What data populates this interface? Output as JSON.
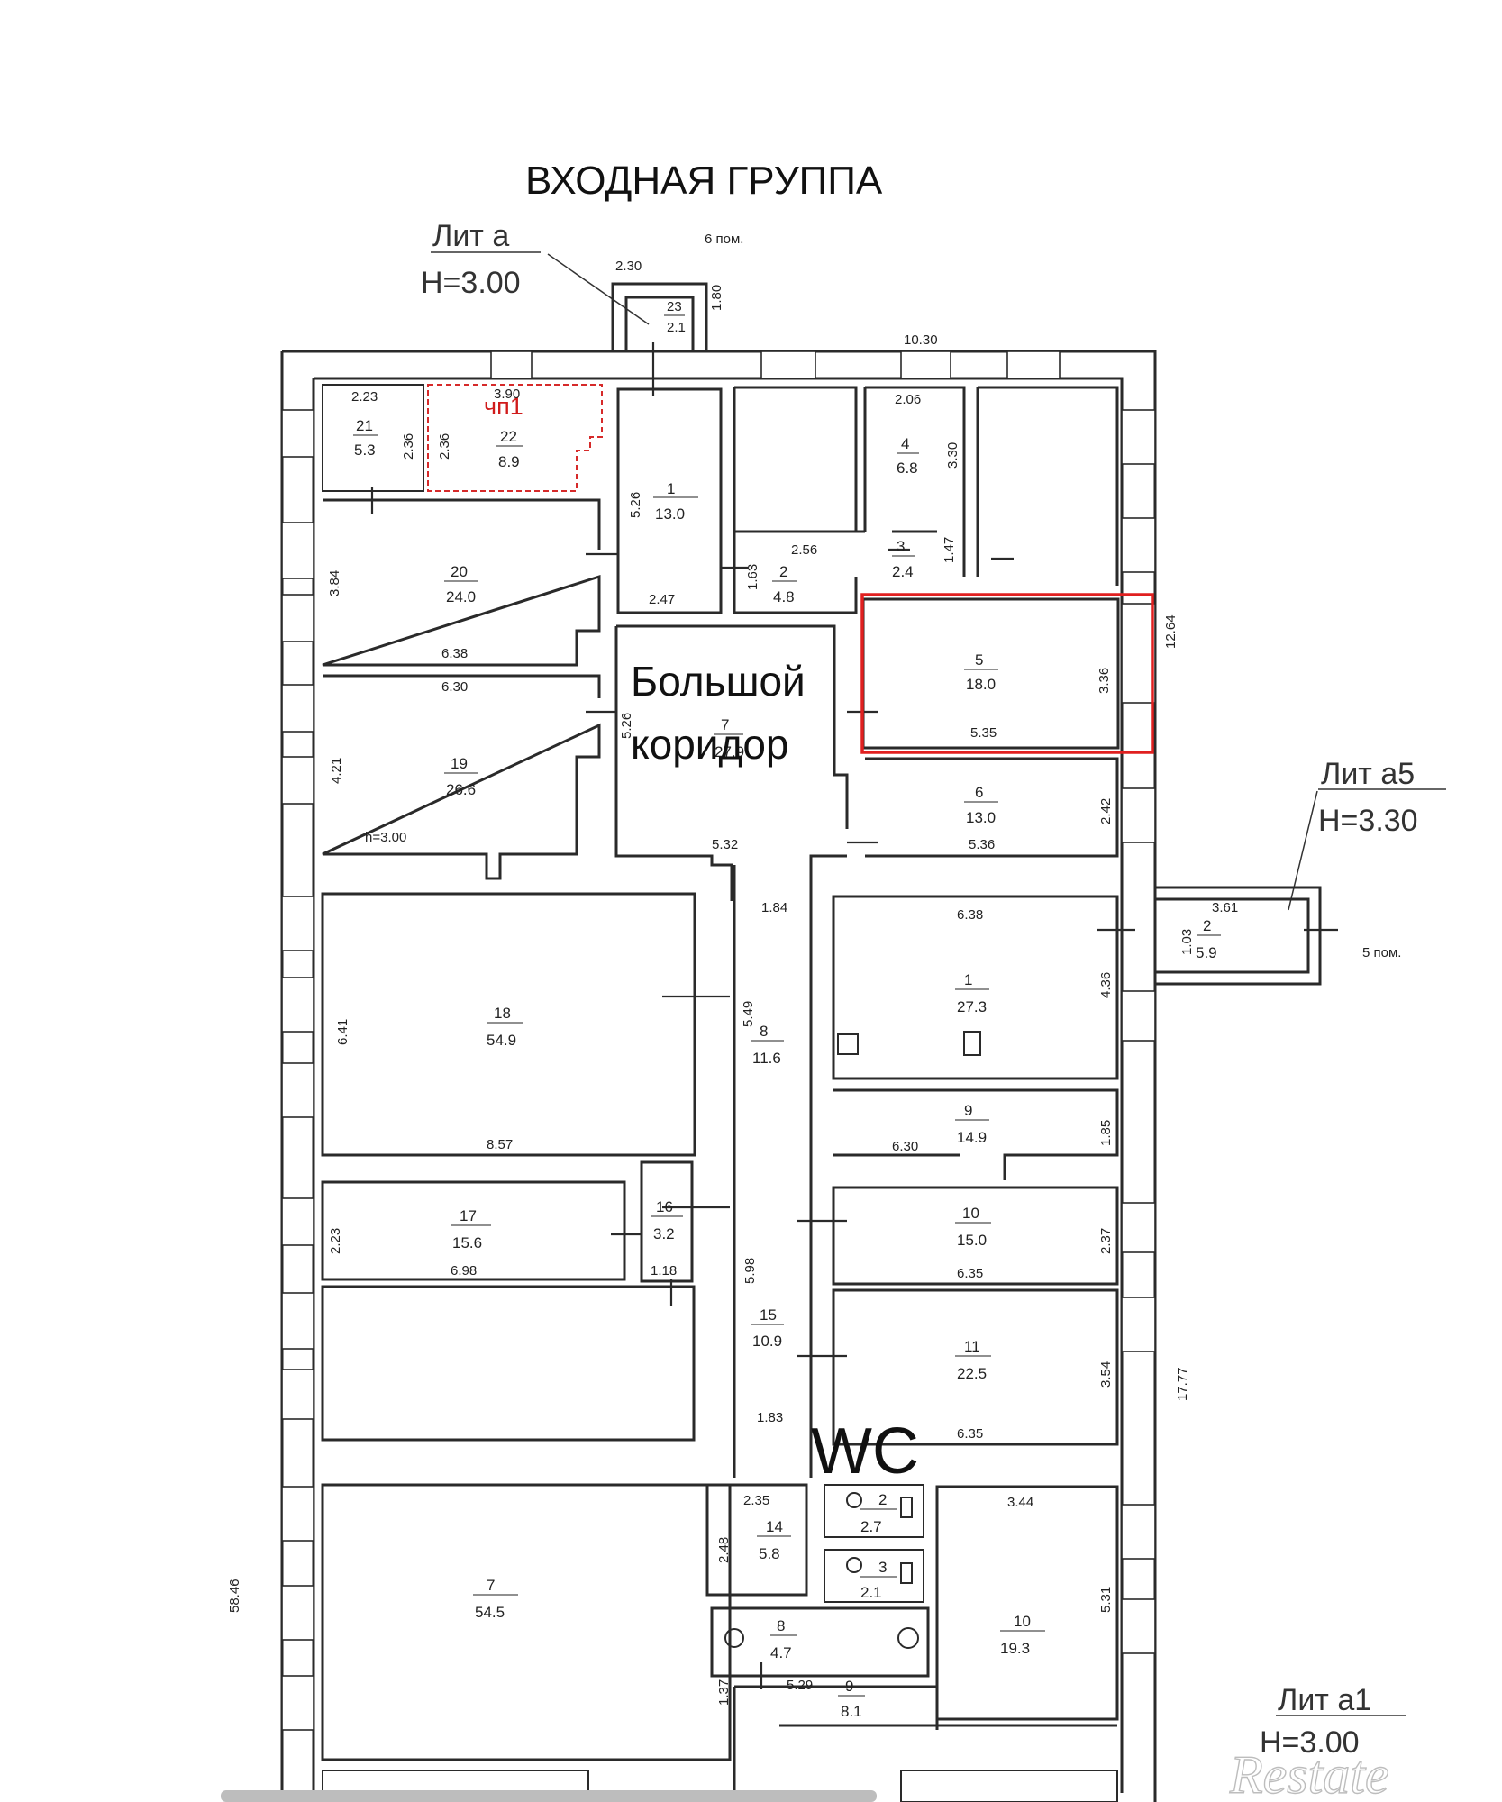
{
  "title": "ВХОДНАЯ ГРУППА",
  "entrance_note": "6 пом.",
  "lit_a": {
    "name": "Лит а",
    "h": "H=3.00"
  },
  "lit_a5": {
    "name": "Лит а5",
    "h": "H=3.30",
    "note": "5 пом."
  },
  "lit_a1": {
    "name": "Лит а1",
    "h": "H=3.00"
  },
  "big_corridor": {
    "line1": "Большой",
    "line2": "коридор"
  },
  "wc": "WC",
  "watermark": "Restate",
  "highlight_label": "чп1",
  "rooms": [
    {
      "id": "r23",
      "num": "23",
      "area": "2.1"
    },
    {
      "id": "r21",
      "num": "21",
      "area": "5.3"
    },
    {
      "id": "r22",
      "num": "22",
      "area": "8.9"
    },
    {
      "id": "r1a",
      "num": "1",
      "area": "13.0"
    },
    {
      "id": "r4",
      "num": "4",
      "area": "6.8"
    },
    {
      "id": "r2a",
      "num": "2",
      "area": "4.8"
    },
    {
      "id": "r3",
      "num": "3",
      "area": "2.4"
    },
    {
      "id": "r20",
      "num": "20",
      "area": "24.0"
    },
    {
      "id": "r19",
      "num": "19",
      "area": "26.6"
    },
    {
      "id": "r5",
      "num": "5",
      "area": "18.0"
    },
    {
      "id": "r6",
      "num": "6",
      "area": "13.0"
    },
    {
      "id": "r7c",
      "num": "7",
      "area": "27.9"
    },
    {
      "id": "r18",
      "num": "18",
      "area": "54.9"
    },
    {
      "id": "r8c",
      "num": "8",
      "area": "11.6"
    },
    {
      "id": "r1b",
      "num": "1",
      "area": "27.3"
    },
    {
      "id": "r2lit",
      "num": "2",
      "area": "5.9"
    },
    {
      "id": "r9",
      "num": "9",
      "area": "14.9"
    },
    {
      "id": "r17",
      "num": "17",
      "area": "15.6"
    },
    {
      "id": "r16",
      "num": "16",
      "area": "3.2"
    },
    {
      "id": "r10",
      "num": "10",
      "area": "15.0"
    },
    {
      "id": "r15",
      "num": "15",
      "area": "10.9"
    },
    {
      "id": "r11",
      "num": "11",
      "area": "22.5"
    },
    {
      "id": "r14",
      "num": "14",
      "area": "5.8"
    },
    {
      "id": "r2w",
      "num": "2",
      "area": "2.7"
    },
    {
      "id": "r3w",
      "num": "3",
      "area": "2.1"
    },
    {
      "id": "r7",
      "num": "7",
      "area": "54.5"
    },
    {
      "id": "r8",
      "num": "8",
      "area": "4.7"
    },
    {
      "id": "r9b",
      "num": "9",
      "area": "8.1"
    },
    {
      "id": "r10b",
      "num": "10",
      "area": "19.3"
    }
  ],
  "dimensions": {
    "d230": "2.30",
    "d180": "1.80",
    "d1030": "10.30",
    "d223": "2.23",
    "d390": "3.90",
    "d236a": "2.36",
    "d236b": "2.36",
    "d526": "5.26",
    "d206": "2.06",
    "d330": "3.30",
    "d256": "2.56",
    "d163": "1.63",
    "d147": "1.47",
    "d247": "2.47",
    "d384": "3.84",
    "d638": "6.38",
    "d630": "6.30",
    "d1264": "12.64",
    "d336": "3.36",
    "d535": "5.35",
    "d421": "4.21",
    "d300": "h=3.00",
    "d532": "5.32",
    "d536": "5.36",
    "d242": "2.42",
    "d526b": "5.26",
    "d184": "1.84",
    "d638b": "6.38",
    "d361": "3.61",
    "d103": "1.03",
    "d436": "4.36",
    "d641": "6.41",
    "d549": "5.49",
    "d857": "8.57",
    "d630b": "6.30",
    "d185": "1.85",
    "d223b": "2.23",
    "d698": "6.98",
    "d118": "1.18",
    "d598": "5.98",
    "d237": "2.37",
    "d635": "6.35",
    "d354": "3.54",
    "d1777": "17.77",
    "d183": "1.83",
    "d635b": "6.35",
    "d235": "2.35",
    "d248": "2.48",
    "d344": "3.44",
    "d531": "5.31",
    "d5846": "58.46",
    "d137": "1.37",
    "d529": "5.29"
  }
}
